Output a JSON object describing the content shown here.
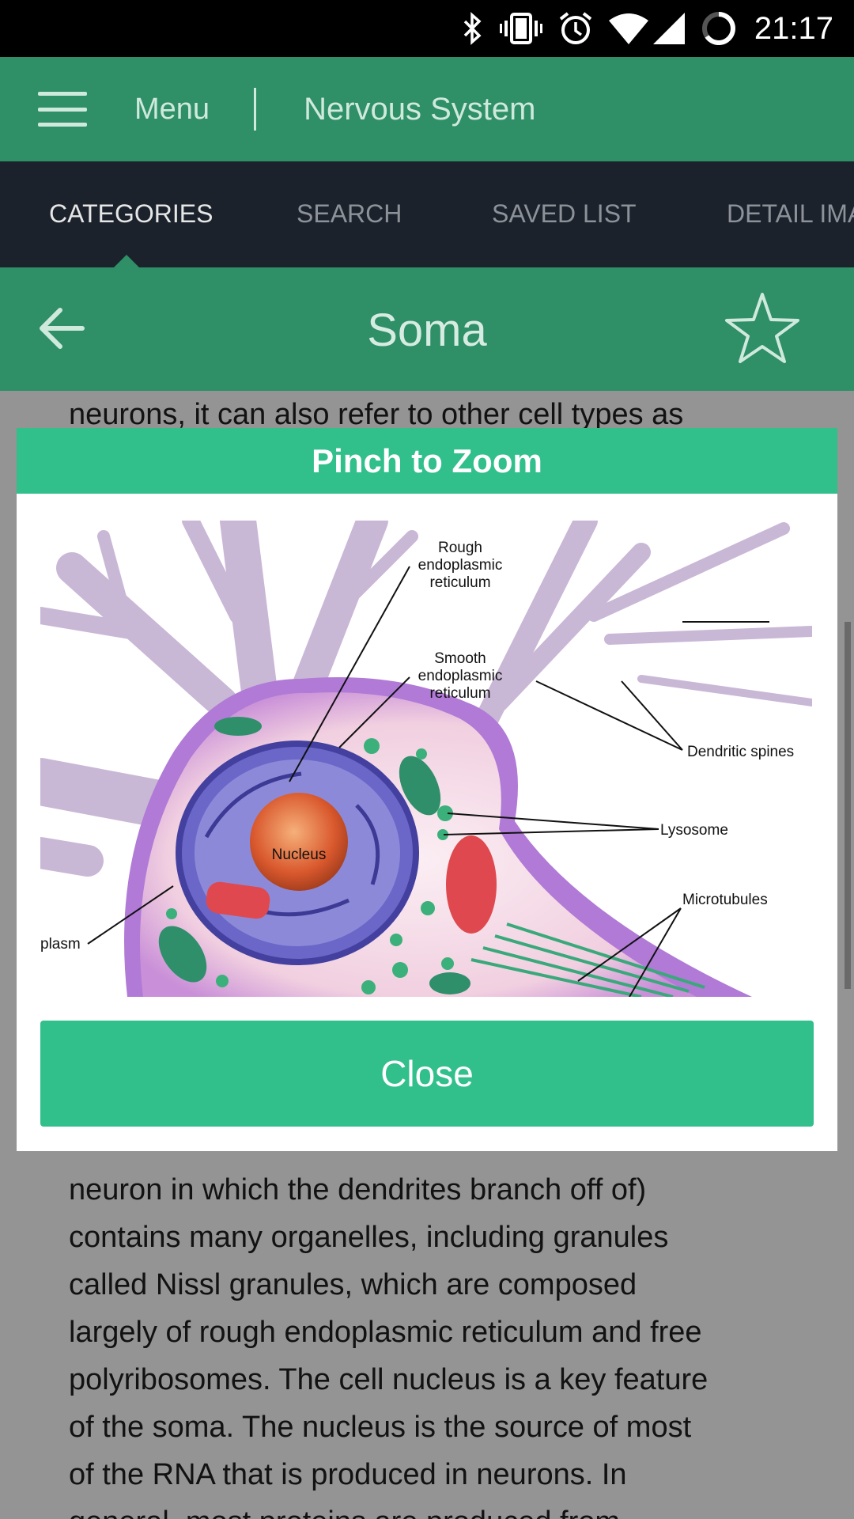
{
  "status_bar": {
    "time": "21:17",
    "icons": [
      "bluetooth-icon",
      "vibrate-icon",
      "alarm-icon",
      "wifi-icon",
      "signal-icon",
      "battery-charging-icon"
    ]
  },
  "app_bar": {
    "menu_label": "Menu",
    "title": "Nervous System"
  },
  "tabs": [
    {
      "label": "CATEGORIES",
      "active": true
    },
    {
      "label": "SEARCH",
      "active": false
    },
    {
      "label": "SAVED LIST",
      "active": false
    },
    {
      "label": "DETAIL IMA",
      "active": false
    }
  ],
  "sub_header": {
    "title": "Soma"
  },
  "content": {
    "top_line": "neurons, it can also refer to other cell types as",
    "lines": [
      "neuron in which the dendrites branch off of)",
      "contains many organelles, including granules",
      "called Nissl granules, which are composed",
      "largely of rough endoplasmic reticulum and free",
      "polyribosomes. The cell nucleus is a key feature",
      "of the soma. The nucleus is the source of most",
      "of the RNA that is produced in neurons. In",
      "general, most proteins are produced from"
    ]
  },
  "dialog": {
    "title": "Pinch to Zoom",
    "close_label": "Close",
    "figure_labels": {
      "rough_er": [
        "Rough",
        "endoplasmic",
        "reticulum"
      ],
      "smooth_er": [
        "Smooth",
        "endoplasmic",
        "reticulum"
      ],
      "dendritic_spines": "Dendritic spines",
      "lysosome": "Lysosome",
      "microtubules": "Microtubules",
      "nucleus": "Nucleus",
      "cytoplasm": "plasm"
    }
  },
  "colors": {
    "app_green": "#2f8f66",
    "dialog_green": "#31bf8c",
    "tab_bar": "#1b222c"
  }
}
